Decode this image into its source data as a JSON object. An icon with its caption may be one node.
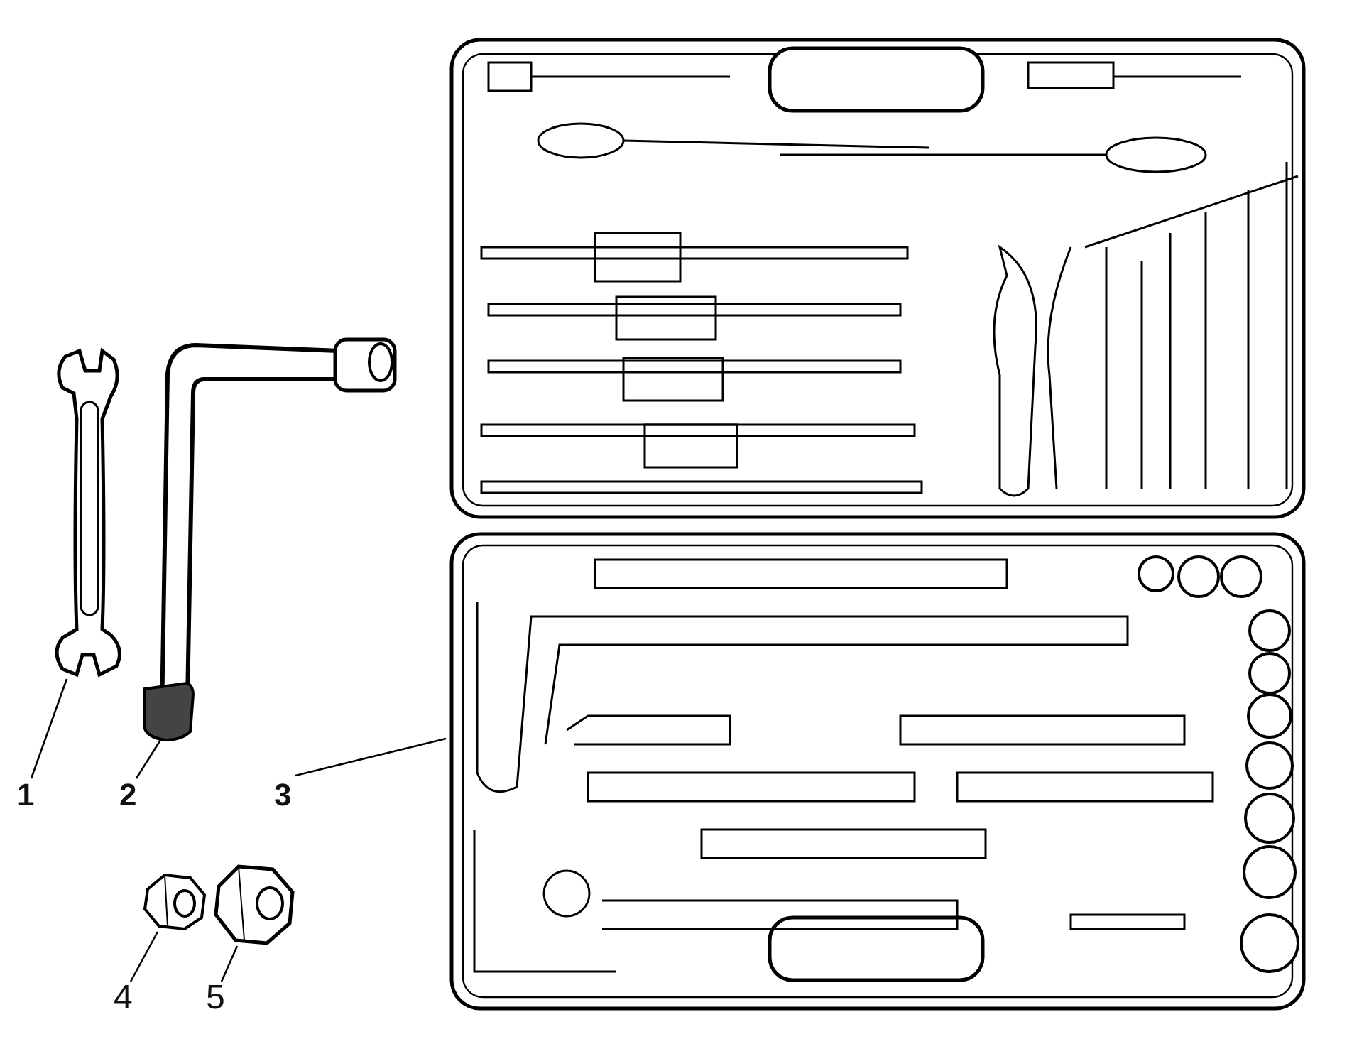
{
  "diagram": {
    "nodes": [
      {
        "text": [
          "1"
        ]
      },
      {
        "text": [
          "2"
        ]
      },
      {
        "text": [
          "3"
        ]
      },
      {
        "text": [
          "4"
        ]
      },
      {
        "text": [
          "5"
        ]
      },
      {
        "text": [],
        "shape": "picture"
      },
      {
        "text": [],
        "shape": "picture"
      },
      {
        "text": [],
        "shape": "picture"
      },
      {
        "text": [],
        "shape": "picture"
      },
      {
        "text": [],
        "shape": "picture"
      }
    ],
    "edges": [
      {
        "from": 0,
        "to": 5,
        "arrow": "none"
      },
      {
        "from": 1,
        "to": 6,
        "arrow": "none"
      },
      {
        "from": 2,
        "to": 7,
        "arrow": "none"
      },
      {
        "from": 3,
        "to": 8,
        "arrow": "none"
      },
      {
        "from": 4,
        "to": 9,
        "arrow": "none"
      }
    ]
  }
}
